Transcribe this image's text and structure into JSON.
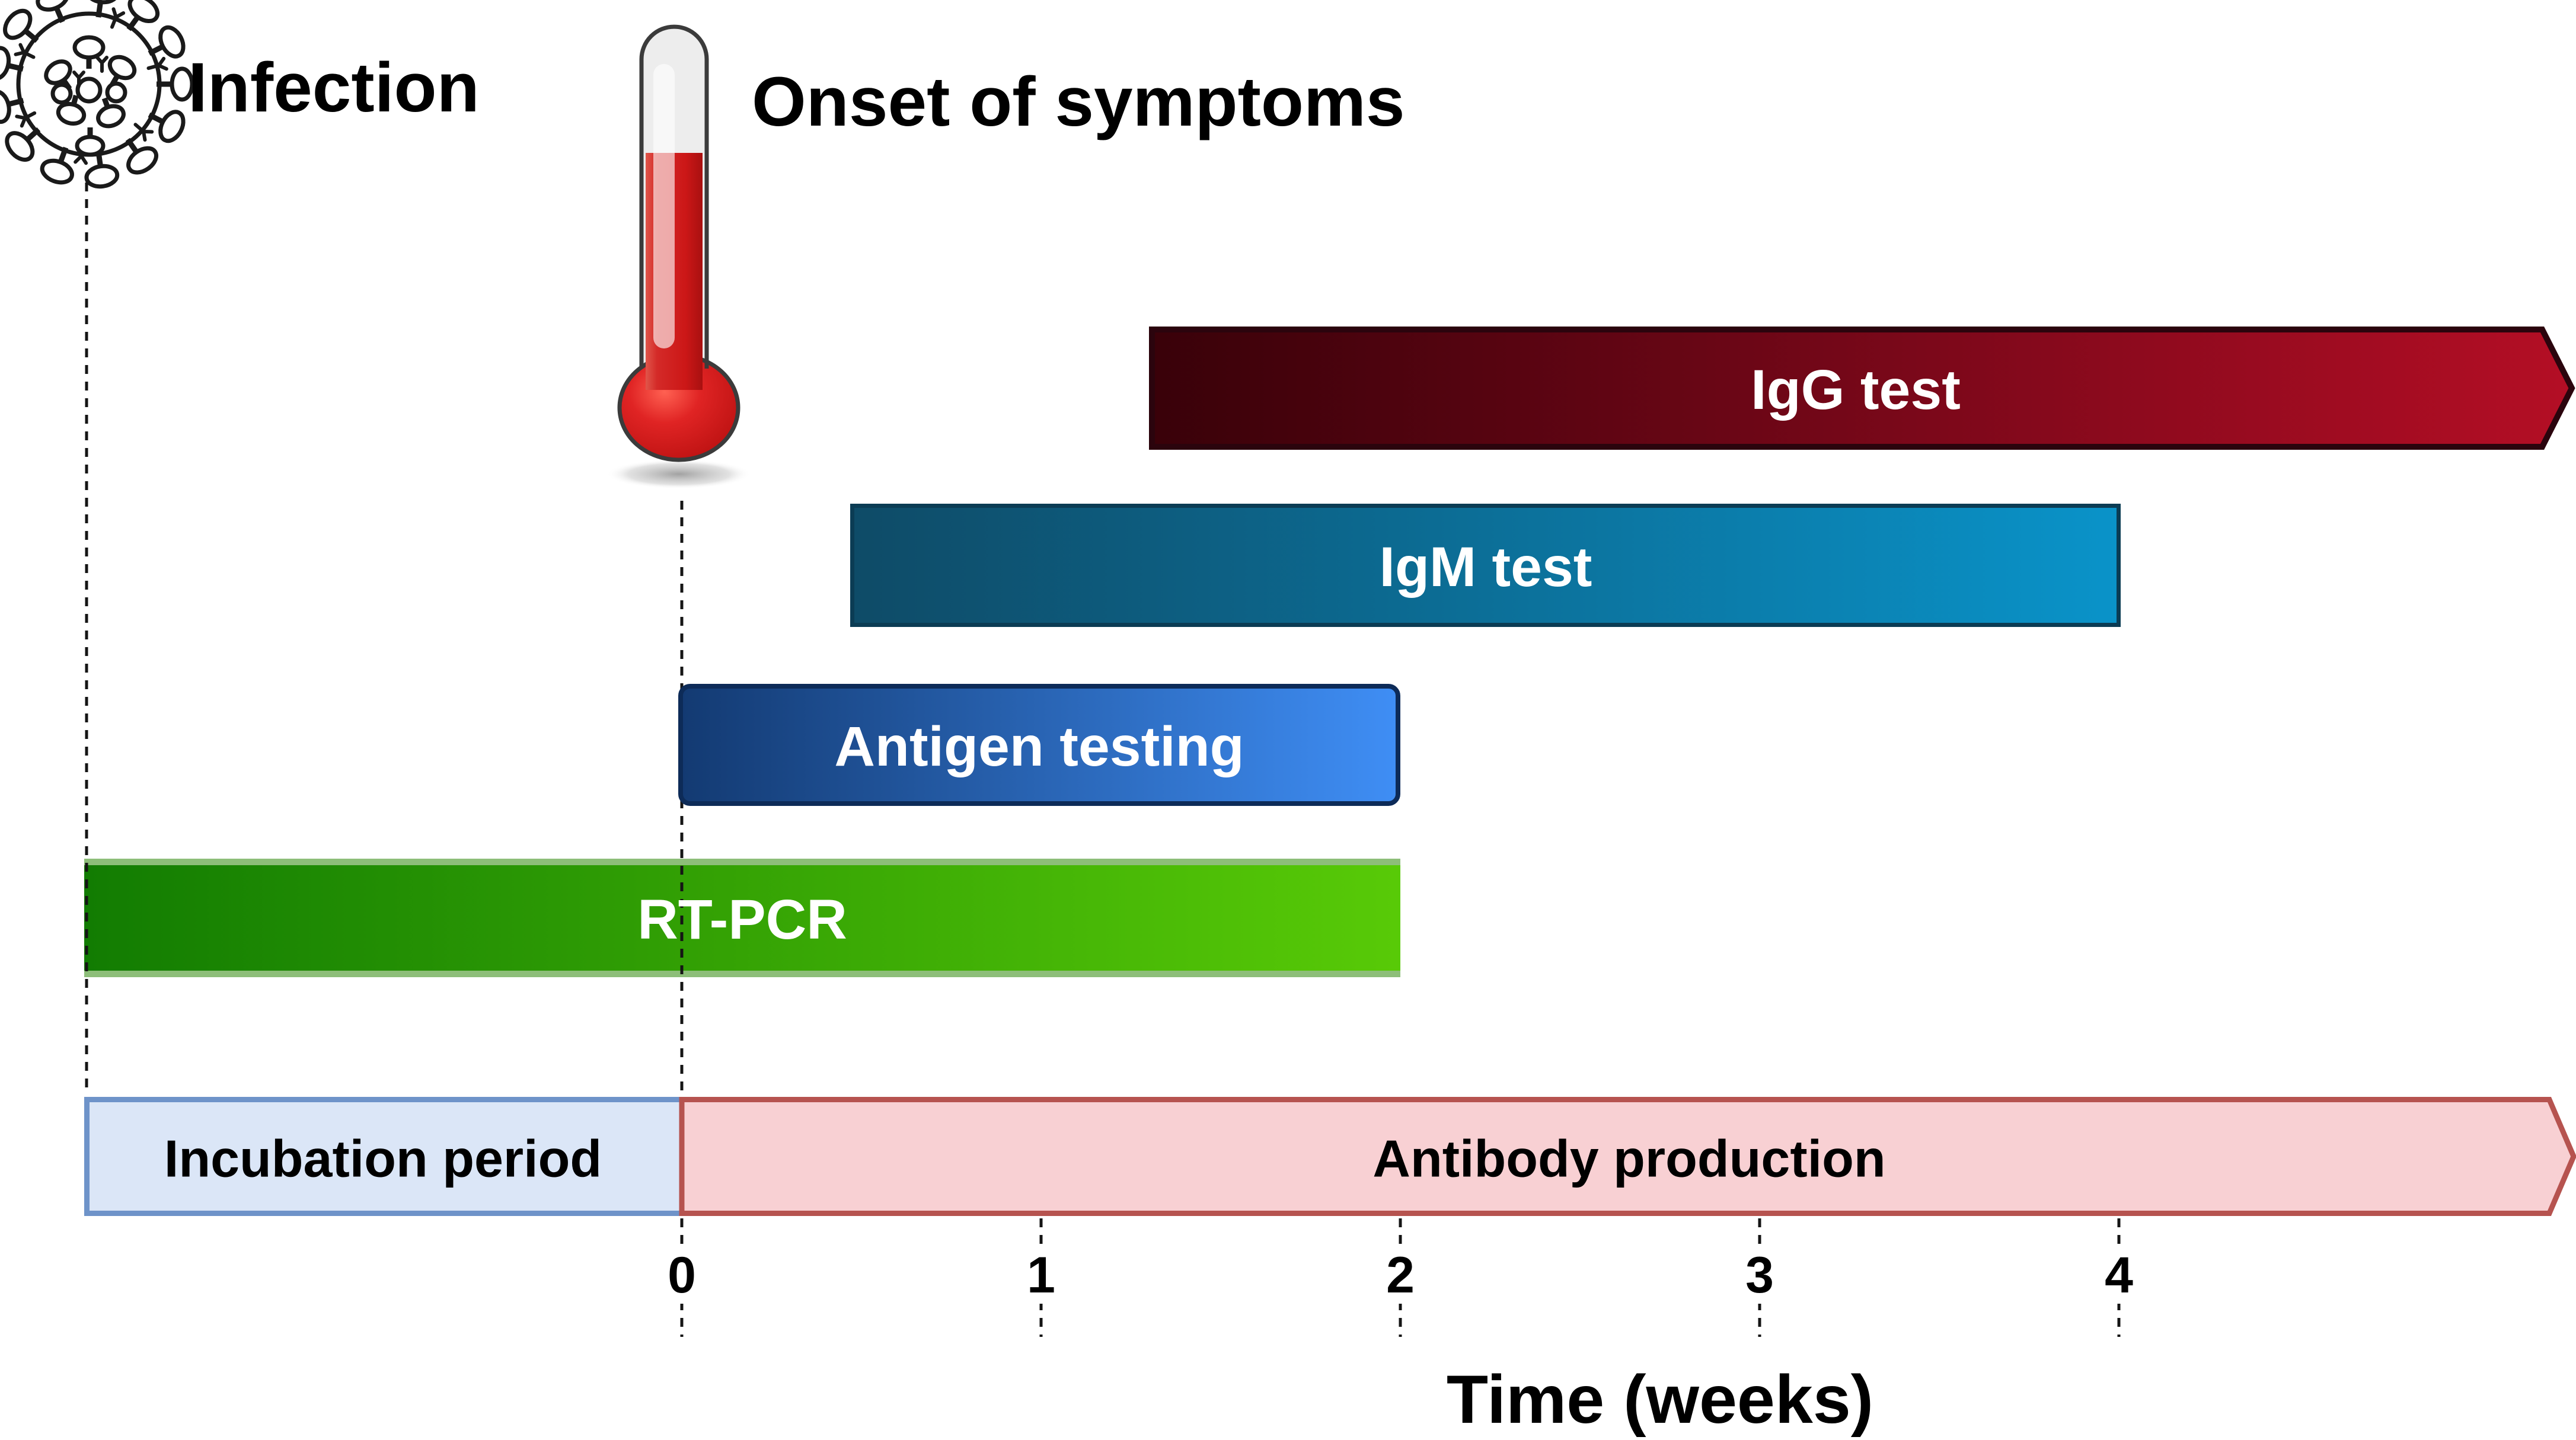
{
  "labels": {
    "infection": "Infection",
    "onset_of_symptoms": "Onset of symptoms",
    "time_axis": "Time (weeks)"
  },
  "icons": {
    "virus": "coronavirus-icon",
    "thermometer": "thermometer-icon"
  },
  "bars": [
    {
      "id": "igg",
      "label": "IgG test",
      "start_week": 1.3,
      "end_week": "beyond 4 (open-ended arrow)",
      "color_start": "#390109",
      "color_end": "#b40e25",
      "border": "#2b040d",
      "text_color": "#ffffff"
    },
    {
      "id": "igm",
      "label": "IgM test",
      "start_week": 0.5,
      "end_week": 4,
      "color_start": "#0e4b67",
      "color_end": "#0a93c9",
      "border": "#0b3c54",
      "text_color": "#ffffff"
    },
    {
      "id": "antigen",
      "label": "Antigen testing",
      "start_week": 0,
      "end_week": 2,
      "color_start": "#133a72",
      "color_end": "#3f8ef5",
      "border": "#0d2b58",
      "text_color": "#ffffff"
    },
    {
      "id": "rtpcr",
      "label": "RT-PCR",
      "start_week": -1.7,
      "end_week": 2,
      "color_start": "#127c02",
      "color_end": "#58ca07",
      "border": "#8dbe79",
      "text_color": "#ffffff"
    }
  ],
  "bands": [
    {
      "id": "incubation",
      "label": "Incubation period",
      "start_week": -1.7,
      "end_week": 0,
      "fill": "#dbe6f7",
      "border": "#6e93c9",
      "text_color": "#000000"
    },
    {
      "id": "antibody",
      "label": "Antibody production",
      "start_week": 0,
      "end_week": "beyond 4 (open-ended arrow)",
      "fill": "#f8d0d3",
      "border": "#b6534f",
      "text_color": "#000000"
    }
  ],
  "axis": {
    "label": "Time (weeks)",
    "ticks": [
      "0",
      "1",
      "2",
      "3",
      "4"
    ],
    "unit": "weeks"
  },
  "chart_data": {
    "type": "gantt-timeline",
    "title": "",
    "xlabel": "Time (weeks)",
    "x_ticks": [
      0,
      1,
      2,
      3,
      4
    ],
    "events": [
      {
        "name": "Infection",
        "week": -1.7
      },
      {
        "name": "Onset of symptoms",
        "week": 0
      }
    ],
    "series": [
      {
        "name": "IgG test",
        "start": 1.3,
        "end": "4+"
      },
      {
        "name": "IgM test",
        "start": 0.5,
        "end": 4
      },
      {
        "name": "Antigen testing",
        "start": 0,
        "end": 2
      },
      {
        "name": "RT-PCR",
        "start": -1.7,
        "end": 2
      },
      {
        "name": "Incubation period",
        "start": -1.7,
        "end": 0
      },
      {
        "name": "Antibody production",
        "start": 0,
        "end": "4+"
      }
    ]
  }
}
